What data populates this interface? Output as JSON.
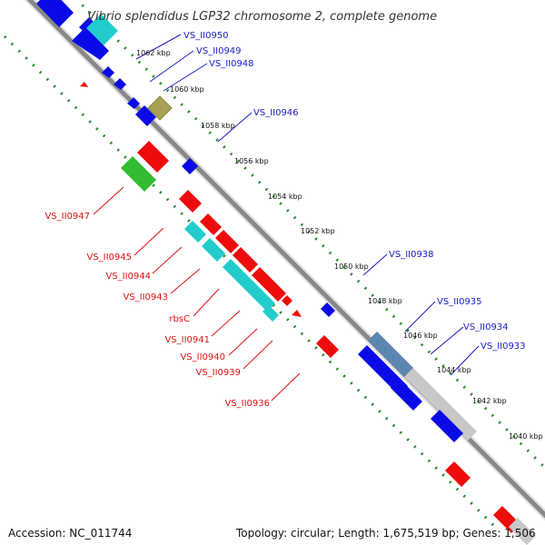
{
  "title": "Vibrio splendidus LGP32 chromosome 2, complete genome",
  "accession": "Accession: NC_011744",
  "topology": "Topology: circular; Length: 1,675,519 bp; Genes: 1,506",
  "ticks": [
    "1062 kbp",
    "1060 kbp",
    "1058 kbp",
    "1056 kbp",
    "1054 kbp",
    "1052 kbp",
    "1050 kbp",
    "1048 kbp",
    "1046 kbp",
    "1044 kbp",
    "1042 kbp",
    "1040 kbp"
  ],
  "colors": {
    "forward_label": "#1a1acc",
    "reverse_label": "#dd1111",
    "blue": "#0a0ae6",
    "red": "#ee0b0b",
    "cyan": "#22cccc",
    "green": "#33bb33",
    "olive": "#aaa055",
    "steel": "#5a86b0",
    "grey": "#c8c8c8",
    "backbone": "#888888",
    "dots": "#2a8a2a"
  },
  "forward_labels": [
    "VS_II0950",
    "VS_II0949",
    "VS_II0948",
    "VS_II0946",
    "VS_II0938",
    "VS_II0935",
    "VS_II0934",
    "VS_II0933"
  ],
  "reverse_labels": [
    "VS_II0947",
    "VS_II0945",
    "VS_II0944",
    "VS_II0943",
    "rbsC",
    "VS_II0941",
    "VS_II0940",
    "VS_II0939",
    "VS_II0936"
  ]
}
